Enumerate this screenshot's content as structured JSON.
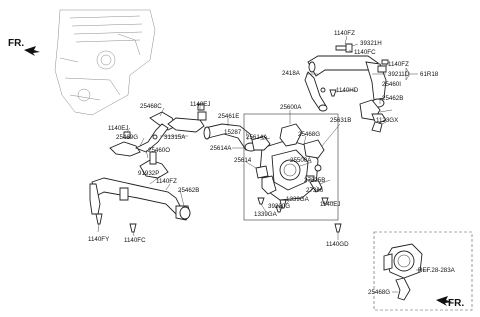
{
  "direction_front": "FR.",
  "labels": {
    "l1140FZ_a": "1140FZ",
    "l39321H": "39321H",
    "l1140FC_a": "1140FC",
    "l1140FZ_b": "1140FZ",
    "l2418A": "2418A",
    "l39211D": "39211D",
    "l61R18": "61R18",
    "l25460I": "25460I",
    "l1140HD": "1140HD",
    "l25462B_a": "25462B",
    "l1123GX": "1123GX",
    "l25468C": "25468C",
    "l1140EJ_a": "1140EJ",
    "l25461E": "25461E",
    "l1140EJ_b": "1140EJ",
    "l25469G": "25469G",
    "l31315A": "31315A",
    "l15287": "15287",
    "l25614A_a": "25614A",
    "l25614A_b": "25614A",
    "l25600A": "25600A",
    "l25468G_a": "25468G",
    "l25631B": "25631B",
    "l25460O": "25460O",
    "l25500A": "25500A",
    "l25614": "25614",
    "l91932P": "91932P",
    "l1140FZ_c": "1140FZ",
    "l25462B_b": "25462B",
    "l27325B": "27325B",
    "l27366": "27366",
    "l1339GA_a": "1339GA",
    "l39220G": "39220G",
    "l1339GA_b": "1339GA",
    "l1140EJ_c": "1140EJ",
    "l1140FY": "1140FY",
    "l1140FC_b": "1140FC",
    "l1140GD": "1140GD",
    "l_ref": "REF.28-283A",
    "l25468G_b": "25468G"
  }
}
